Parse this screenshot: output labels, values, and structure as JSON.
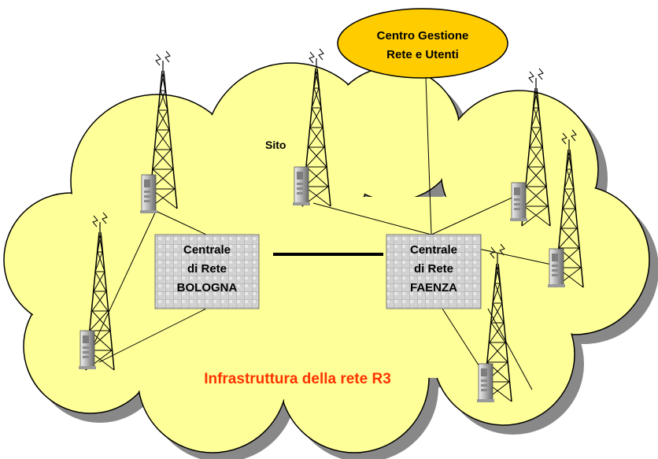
{
  "diagram": {
    "management_center": {
      "line1": "Centro Gestione",
      "line2": "Rete e Utenti"
    },
    "site_label": "Sito",
    "exchange_bologna": {
      "line1": "Centrale",
      "line2": "di Rete",
      "line3": "BOLOGNA"
    },
    "exchange_faenza": {
      "line1": "Centrale",
      "line2": "di Rete",
      "line3": "FAENZA"
    },
    "caption": "Infrastruttura della rete R3",
    "colors": {
      "cloud_fill": "#ffff99",
      "cloud_shadow": "#888888",
      "management_fill": "#ffcc00",
      "caption_text": "#ff3300",
      "exchange_fill": "#c8c8c8",
      "line": "#000000"
    }
  }
}
